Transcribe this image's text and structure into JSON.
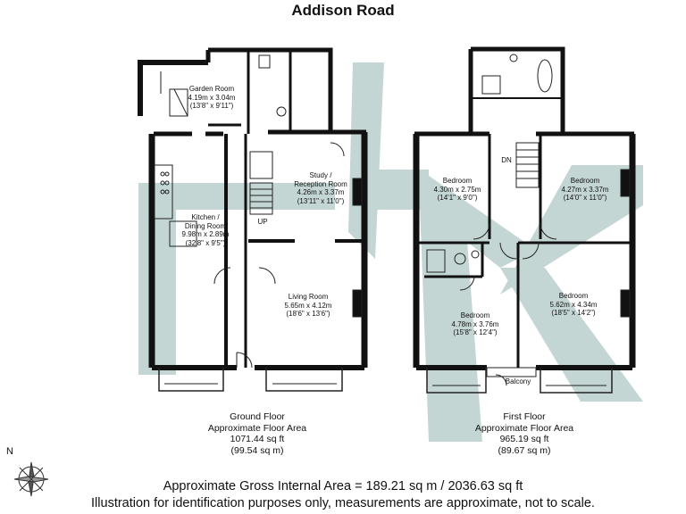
{
  "title": "Addison Road",
  "ground_floor": {
    "rooms": [
      {
        "id": "garden",
        "name": "Garden Room",
        "dims_m": "4.19m x 3.04m",
        "dims_ft": "(13'8\" x 9'11\")"
      },
      {
        "id": "study",
        "name": "Study /",
        "name2": "Reception Room",
        "dims_m": "4.26m x 3.37m",
        "dims_ft": "(13'11\" x 11'0\")"
      },
      {
        "id": "kitchen",
        "name": "Kitchen /",
        "name2": "Dining Room",
        "dims_m": "9.98m x 2.89m",
        "dims_ft": "(32'8\" x 9'5\")"
      },
      {
        "id": "living",
        "name": "Living Room",
        "dims_m": "5.65m x 4.12m",
        "dims_ft": "(18'6\" x 13'6\")"
      }
    ],
    "up_label": "UP",
    "caption": {
      "name": "Ground Floor",
      "area_label": "Approximate Floor Area",
      "sqft": "1071.44 sq ft",
      "sqm": "(99.54 sq m)"
    }
  },
  "first_floor": {
    "rooms": [
      {
        "id": "bed1",
        "name": "Bedroom",
        "dims_m": "4.30m x 2.75m",
        "dims_ft": "(14'1\" x 9'0\")"
      },
      {
        "id": "bed2",
        "name": "Bedroom",
        "dims_m": "4.27m x 3.37m",
        "dims_ft": "(14'0\" x 11'0\")"
      },
      {
        "id": "bed3",
        "name": "Bedroom",
        "dims_m": "4.78m x 3.76m",
        "dims_ft": "(15'8\" x 12'4\")"
      },
      {
        "id": "bed4",
        "name": "Bedroom",
        "dims_m": "5.62m x 4.34m",
        "dims_ft": "(18'5\" x 14'2\")"
      }
    ],
    "down_label": "DN",
    "balcony_label": "Balcony",
    "caption": {
      "name": "First Floor",
      "area_label": "Approximate Floor Area",
      "sqft": "965.19 sq ft",
      "sqm": "(89.67 sq m)"
    }
  },
  "footer": {
    "gross": "Approximate Gross Internal Area = 189.21 sq m / 2036.63 sq ft",
    "disclaimer": "Illustration for identification purposes only, measurements are approximate, not to scale."
  },
  "compass": {
    "north_label": "N"
  },
  "colors": {
    "wall": "#111111",
    "watermark": "#b9cfcc",
    "line": "#222222"
  }
}
